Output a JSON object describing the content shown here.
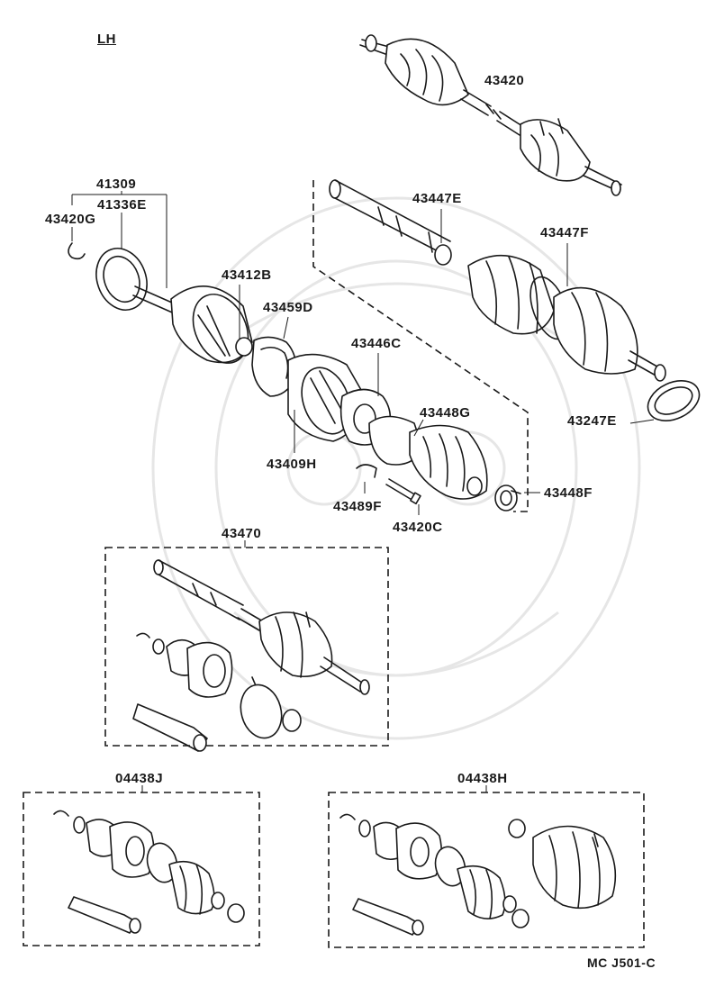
{
  "diagram": {
    "side_marker": "LH",
    "drawing_code": "MC J501-C",
    "part_numbers": {
      "p43420": "43420",
      "p41309": "41309",
      "p41336E": "41336E",
      "p43420G": "43420G",
      "p43412B": "43412B",
      "p43459D": "43459D",
      "p43446C": "43446C",
      "p43448G": "43448G",
      "p43409H": "43409H",
      "p43489F": "43489F",
      "p43420C": "43420C",
      "p43448F": "43448F",
      "p43447E": "43447E",
      "p43447F": "43447F",
      "p43247E": "43247E",
      "p43470": "43470",
      "p04438J": "04438J",
      "p04438H": "04438H"
    }
  }
}
